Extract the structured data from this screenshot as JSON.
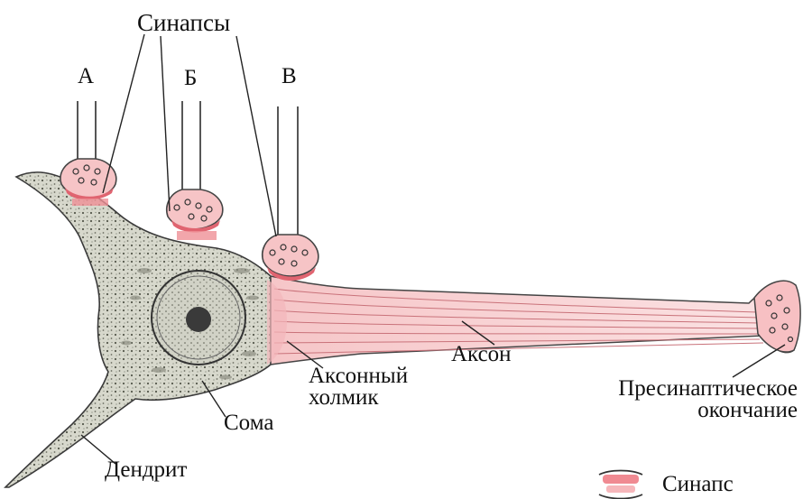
{
  "labels": {
    "synapses": "Синапсы",
    "a": "А",
    "b": "Б",
    "v": "В",
    "axon_hillock_line1": "Аксонный",
    "axon_hillock_line2": "холмик",
    "axon": "Аксон",
    "soma": "Сома",
    "dendrite": "Дендрит",
    "presynaptic_line1": "Пресинаптическое",
    "presynaptic_line2": "окончание"
  },
  "legend": {
    "synapse_label": "Синапс",
    "synapse_icon": "synapse-symbol"
  },
  "colors": {
    "cell_fill": "#d7d8cc",
    "cell_outline": "#333333",
    "synapse_pink": "#f2a3a8",
    "synapse_red": "#e06470",
    "nucleus_fill": "#c9c9bf",
    "nucleolus": "#3a3a3a"
  }
}
